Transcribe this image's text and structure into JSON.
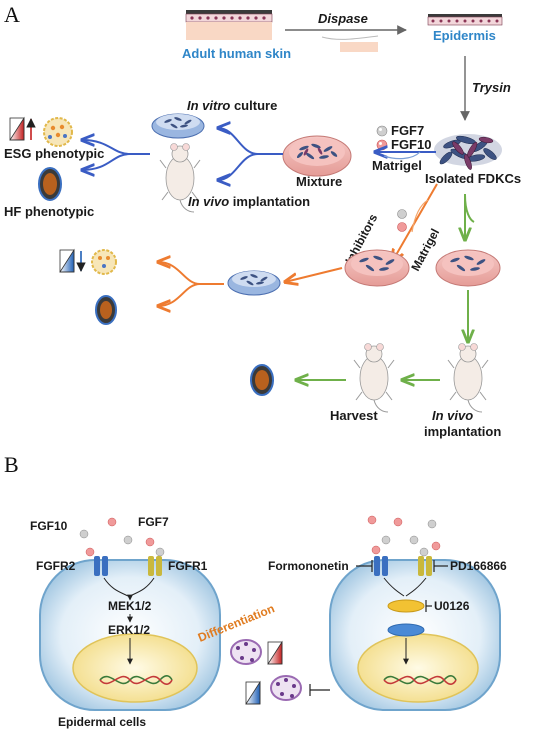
{
  "panel_a": {
    "label": "A",
    "adult_skin": "Adult human skin",
    "dispase": "Dispase",
    "epidermis": "Epidermis",
    "trysin": "Trysin",
    "fgf7": "FGF7",
    "fgf10": "FGF10",
    "matrigel_top": "Matrigel",
    "isolated": "Isolated FDKCs",
    "mixture": "Mixture",
    "in_vitro_it": "In vitro",
    "in_vitro_rest": " culture",
    "in_vivo_it": "In vivo",
    "in_vivo_rest": " implantation",
    "esg": "ESG phenotypic",
    "hf": "HF phenotypic",
    "inhibitors": "Inhibitors",
    "matrigel_diag": "Matrigel",
    "harvest": "Harvest",
    "in_vivo2_it": "In vivo",
    "implantation2": "implantation"
  },
  "panel_b": {
    "label": "B",
    "fgf10": "FGF10",
    "fgf7": "FGF7",
    "fgfr2": "FGFR2",
    "fgfr1": "FGFR1",
    "mek": "MEK1/2",
    "erk": "ERK1/2",
    "differentiation": "Differentiation",
    "epidermal_cells": "Epidermal cells",
    "formononetin": "Formononetin",
    "pd": "PD166866",
    "u0126": "U0126"
  },
  "colors": {
    "blue_arrow": "#3a5cc4",
    "orange_arrow": "#ee7b30",
    "green_arrow": "#6fb04a",
    "label_blue": "#2f86c8",
    "diff_orange": "#e07b1f"
  }
}
